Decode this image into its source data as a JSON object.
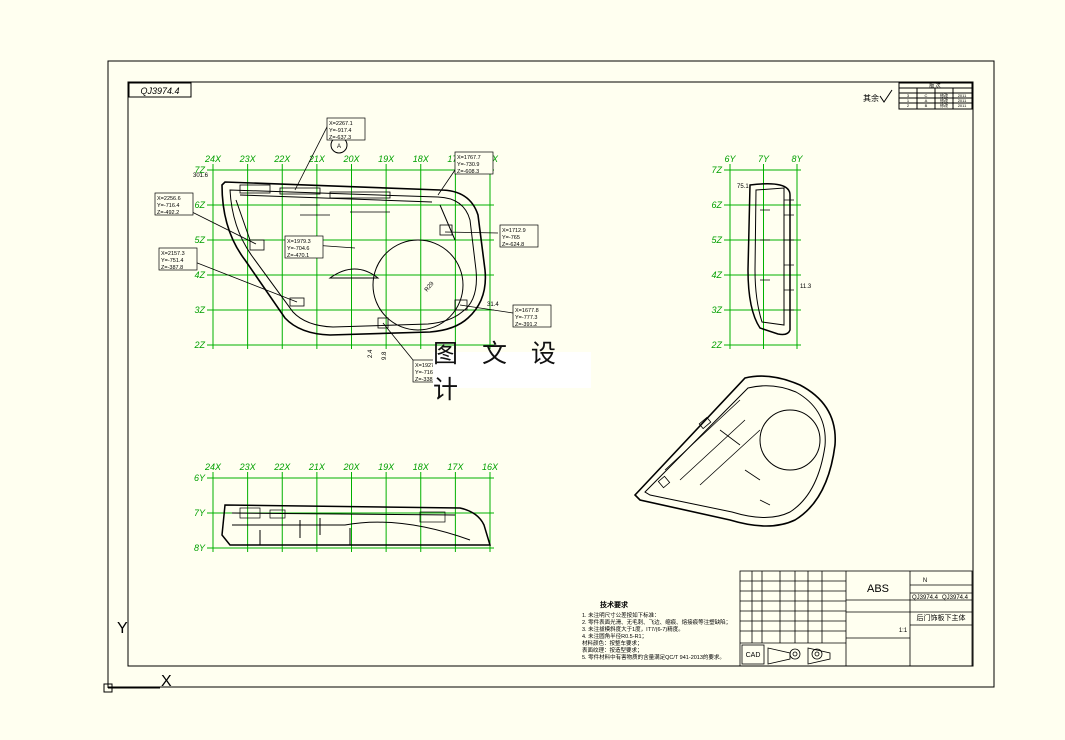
{
  "drawing_code_top": "QJ3974.4",
  "roughness_mark": "其余",
  "title_block": {
    "material": "ABS",
    "drawing_no": "QJ3974.4",
    "drawing_no_right": "QJ3974.4",
    "part_name": "后门饰板下主体",
    "scale_row": "1:1",
    "sheet": "N",
    "cad_label": "CAD"
  },
  "notes": {
    "heading": "技术要求",
    "lines": [
      "1. 未注明尺寸公差按如下标准：",
      "2. 零件表面光滑、无毛刺、飞边、缩痕、熔接痕等注塑缺陷；",
      "3. 未注拔模斜度大于1度，IT7/(6-7)精度。",
      "4. 未注圆角半径R0.5-R1；",
      "   材料颜色：按整车要求；",
      "   表面纹理：按造型要求；",
      "5. 零件材料中有害物质的含量满足QC/T 941-2013的要求。"
    ]
  },
  "watermark": "图 文 设 计",
  "axis_labels": {
    "y": "Y",
    "x": "X"
  },
  "front_view": {
    "x_ticks": [
      "24X",
      "23X",
      "22X",
      "21X",
      "20X",
      "19X",
      "18X",
      "17X",
      "16X"
    ],
    "y_ticks": [
      "7Z",
      "6Z",
      "5Z",
      "4Z",
      "3Z",
      "2Z"
    ],
    "callouts": [
      [
        "X=2267.1",
        "Y=-917.4",
        "Z=-637.3"
      ],
      [
        "X=1767.7",
        "Y=-730.9",
        "Z=-608.3"
      ],
      [
        "X=2256.6",
        "Y=-716.4",
        "Z=-492.2"
      ],
      [
        "X=1979.3",
        "Y=-704.6",
        "Z=-470.1"
      ],
      [
        "X=1712.9",
        "Y=-765",
        "Z=-624.8"
      ],
      [
        "X=2157.3",
        "Y=-751.4",
        "Z=-387.8"
      ],
      [
        "X=1677.8",
        "Y=-777.3",
        "Z=-391.2"
      ],
      [
        "X=1927.3",
        "Y=-716.4",
        "Z=-338.2"
      ]
    ],
    "misc": [
      "301.6",
      "A",
      "R29",
      "31.4",
      "2.4",
      "9.8"
    ]
  },
  "side_view": {
    "x_ticks": [
      "6Y",
      "7Y",
      "8Y"
    ],
    "y_ticks": [
      "7Z",
      "6Z",
      "5Z",
      "4Z",
      "3Z",
      "2Z"
    ],
    "misc": [
      "75.1",
      "11.3"
    ]
  },
  "bottom_view": {
    "x_ticks": [
      "24X",
      "23X",
      "22X",
      "21X",
      "20X",
      "19X",
      "18X",
      "17X",
      "16X"
    ],
    "y_ticks": [
      "6Y",
      "7Y",
      "8Y"
    ]
  },
  "rev_table": {
    "header": "版 次",
    "rows": [
      [
        "1",
        "A",
        "修改",
        "2011"
      ],
      [
        "2",
        "B",
        "修改",
        "2011"
      ],
      [
        "3",
        "C",
        "修改",
        "2011"
      ]
    ]
  }
}
